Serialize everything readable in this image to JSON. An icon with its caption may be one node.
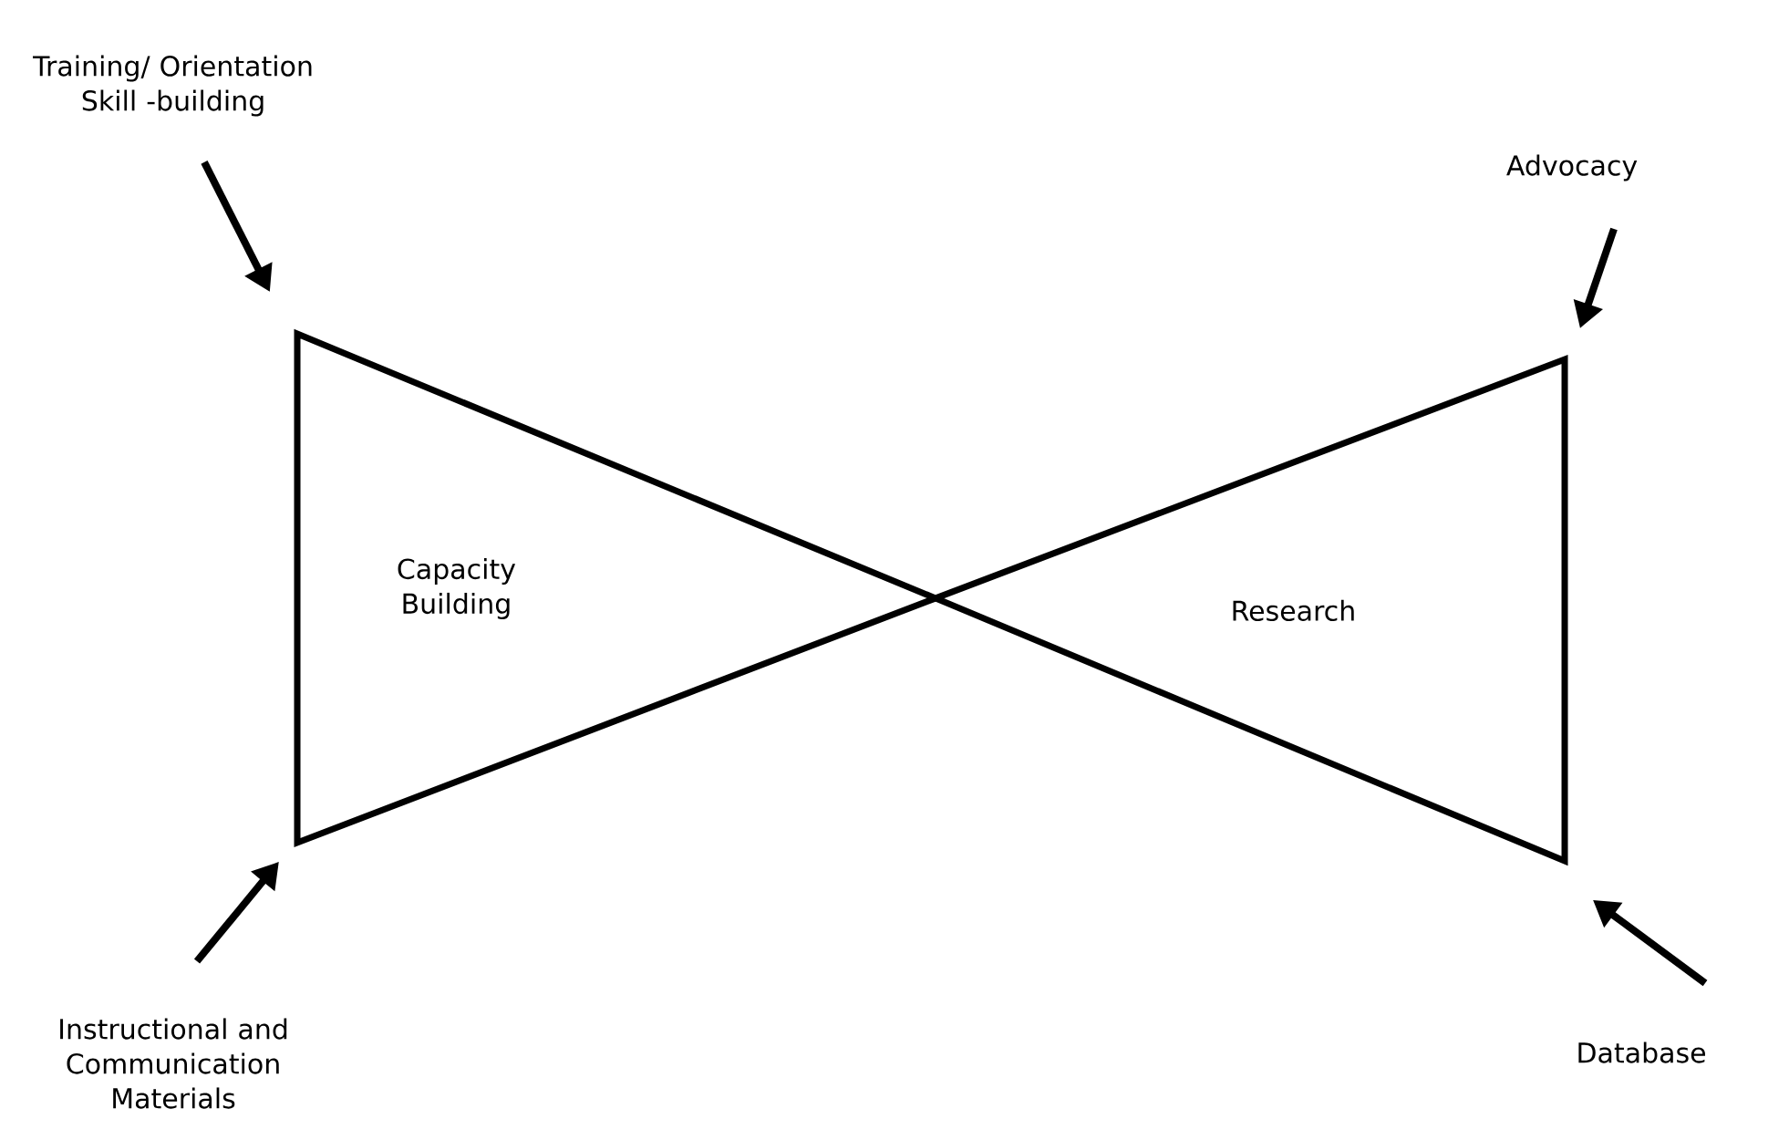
{
  "diagram": {
    "nodes": [
      {
        "text": [
          "Training/ Orientation Skill -building"
        ]
      },
      {
        "text": [
          "Advocacy"
        ]
      },
      {
        "text": [
          "Capacity Building"
        ]
      },
      {
        "text": [
          "Research"
        ]
      },
      {
        "text": [
          "Instructional and Communication Materials"
        ]
      },
      {
        "text": [
          "Database"
        ]
      }
    ],
    "edges": [
      {
        "from": 0,
        "to": 2,
        "arrow": "to"
      },
      {
        "from": 4,
        "to": 2,
        "arrow": "to"
      },
      {
        "from": 1,
        "to": 3,
        "arrow": "to"
      },
      {
        "from": 5,
        "to": 3,
        "arrow": "to"
      }
    ]
  }
}
